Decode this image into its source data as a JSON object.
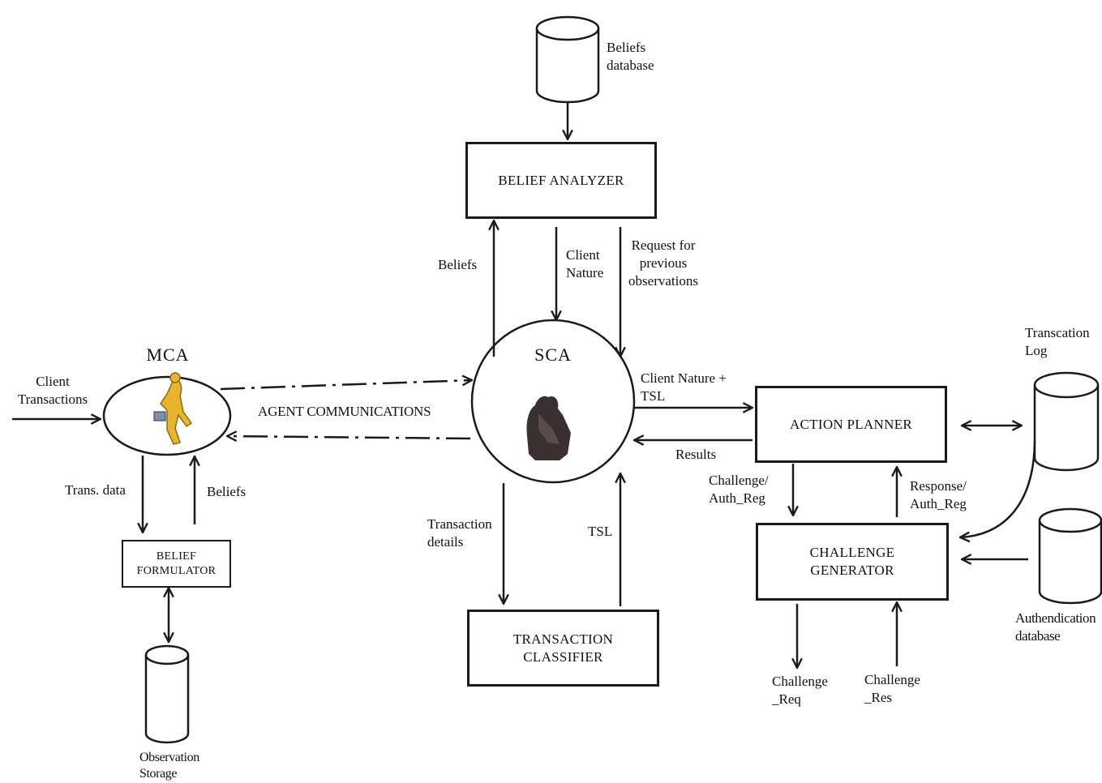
{
  "nodes": {
    "beliefs_db": "Beliefs\ndatabase",
    "belief_analyzer": "BELIEF ANALYZER",
    "sca": "SCA",
    "mca": "MCA",
    "action_planner": "ACTION PLANNER",
    "challenge_generator": "CHALLENGE\nGENERATOR",
    "transaction_classifier": "TRANSACTION\nCLASSIFIER",
    "belief_formulator": "BELIEF\nFORMULATOR",
    "observation_storage": "Observation\nStorage",
    "transaction_log": "Transcation\nLog",
    "auth_db": "Authendication\ndatabase"
  },
  "edges": {
    "beliefs_up": "Beliefs",
    "client_nature": "Client\nNature",
    "request_prev": "Request for\nprevious\nobservations",
    "agent_comm": "AGENT COMMUNICATIONS",
    "client_transactions": "Client\nTransactions",
    "trans_data": "Trans. data",
    "beliefs_mca": "Beliefs",
    "client_nature_tsl": "Client Nature +\nTSL",
    "results": "Results",
    "challenge_auth": "Challenge/\nAuth_Reg",
    "response_auth": "Response/\nAuth_Reg",
    "transaction_details": "Transaction\ndetails",
    "tsl": "TSL",
    "challenge_req": "Challenge\n_Req",
    "challenge_res": "Challenge\n_Res"
  }
}
